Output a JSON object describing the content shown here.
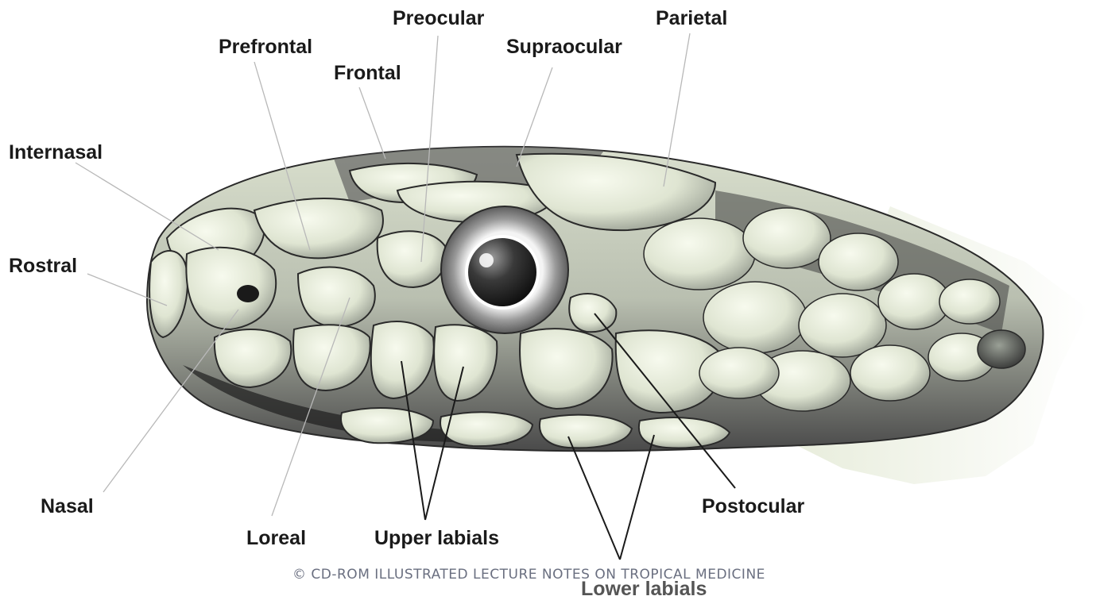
{
  "labels": {
    "preocular": "Preocular",
    "parietal": "Parietal",
    "prefrontal": "Prefrontal",
    "supraocular": "Supraocular",
    "frontal": "Frontal",
    "internasal": "Internasal",
    "rostral": "Rostral",
    "nasal": "Nasal",
    "loreal": "Loreal",
    "upper_labials": "Upper labials",
    "postocular": "Postocular",
    "lower_labials": "Lower labials"
  },
  "copyright": "© CD-ROM ILLUSTRATED LECTURE NOTES ON TROPICAL MEDICINE",
  "colors": {
    "scale_light": "#eef2e2",
    "scale_mid": "#c9cfbf",
    "scale_dark": "#3a3a3a",
    "eye": "#2b2b2b",
    "leader_line_light": "#b8b8b8",
    "leader_line_dark": "#1a1a1a"
  }
}
